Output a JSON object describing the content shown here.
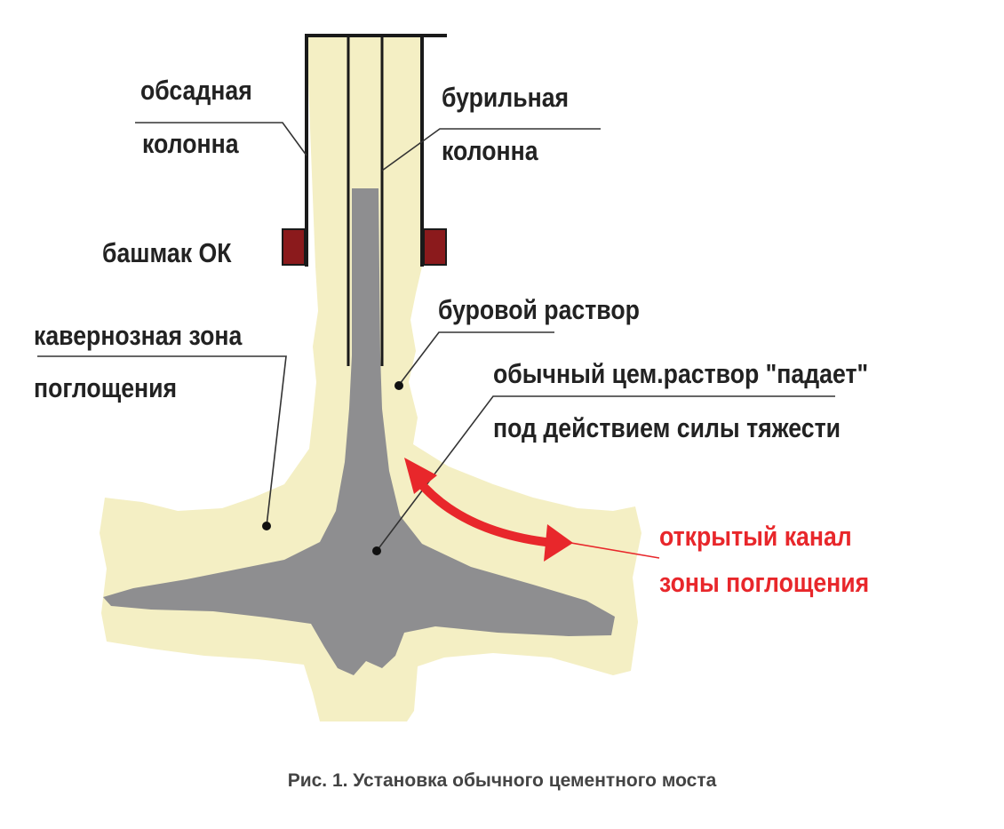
{
  "labels": {
    "casing_line1": "обсадная",
    "casing_line2": "колонна",
    "drill_line1": "бурильная",
    "drill_line2": "колонна",
    "shoe": "башмак ОК",
    "mud": "буровой раствор",
    "cavern_line1": "кавернозная зона",
    "cavern_line2": "поглощения",
    "cement_line1": "обычный цем.раствор \"падает\"",
    "cement_line2": "под действием силы тяжести",
    "channel_line1": "открытый канал",
    "channel_line2": "зоны поглощения"
  },
  "caption": "Рис. 1. Установка обычного цементного моста",
  "colors": {
    "mud": "#f4efc4",
    "cement": "#8e8e90",
    "pipe": "#1a1a1a",
    "shoe": "#8b1a1c",
    "arrow": "#e8272b",
    "text": "#222222"
  }
}
